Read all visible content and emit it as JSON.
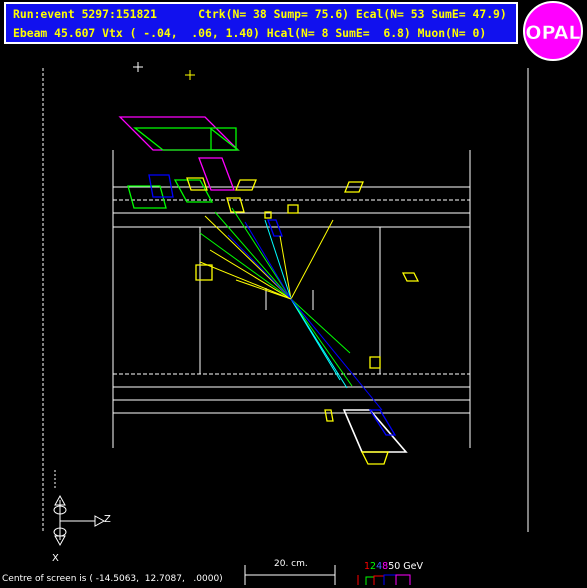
{
  "header": {
    "row1_left": "Run:event 5297:151821",
    "row1_right": "Ctrk(N= 38 Sump= 75.6) Ecal(N= 53 SumE= 47.9)",
    "row2_left": "Ebeam 45.607 Vtx ( -.04,  .06, 1.40)",
    "row2_right": "Hcal(N= 8 SumE=  6.8) Muon(N= 0)"
  },
  "logo": {
    "text": "OPAL"
  },
  "axes": {
    "z_label": "Z",
    "x_label": "X"
  },
  "footer": {
    "centre_text": "Centre of screen is ( -14.5063,  12.7087,   .0000)",
    "scale_text": "20. cm.",
    "energy_scale": [
      {
        "label": "1",
        "color": "#ff0000"
      },
      {
        "label": "2",
        "color": "#00ff00"
      },
      {
        "label": "4",
        "color": "#0000ff"
      },
      {
        "label": "8",
        "color": "#ff00ff"
      },
      {
        "label": "50 GeV",
        "color": "#ffffff"
      }
    ]
  },
  "colors": {
    "background": "#000000",
    "header_bg": "#1111ee",
    "header_text": "#ffff00",
    "logo_bg": "#ff00ff",
    "tracks_yellow": "#ffff00",
    "tracks_green": "#00ff00",
    "tracks_cyan": "#00ffff",
    "tracks_blue": "#0000ff",
    "hcal_magenta": "#ff00ff"
  }
}
